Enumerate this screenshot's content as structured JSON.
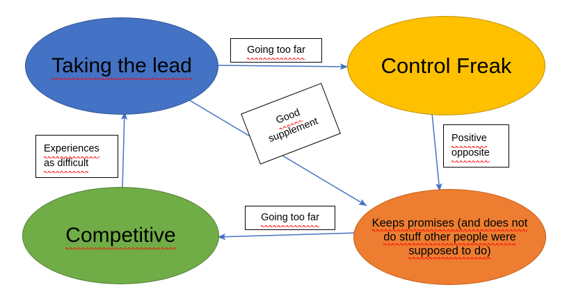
{
  "diagram": {
    "title": "Taking the lead / Control Freak / Competitive / Keeps promises relationship map",
    "background_color": "#FFFFFF",
    "edge_color": "#4472C4",
    "nodes": [
      {
        "id": "taking-the-lead",
        "label": "Taking the lead",
        "shape": "ellipse",
        "fill": "#4472C4",
        "stroke": "#2F5597",
        "text_color": "#000000",
        "spellcheck_underline": true
      },
      {
        "id": "control-freak",
        "label": "Control Freak",
        "shape": "ellipse",
        "fill": "#FFC000",
        "stroke": "#BF9000",
        "text_color": "#000000",
        "spellcheck_underline": false
      },
      {
        "id": "competitive",
        "label": "Competitive",
        "shape": "ellipse",
        "fill": "#70AD47",
        "stroke": "#507E32",
        "text_color": "#000000",
        "spellcheck_underline": true
      },
      {
        "id": "keeps-promises",
        "label_line1": "Keeps promises (and does not",
        "label_line2": "do stuff other people were",
        "label_line3": "supposed to do)",
        "shape": "ellipse",
        "fill": "#ED7D31",
        "stroke": "#C55A11",
        "text_color": "#000000",
        "spellcheck_underline": true
      }
    ],
    "edge_labels": [
      {
        "id": "going-too-far-top",
        "text": "Going too far",
        "from": "taking-the-lead",
        "to": "control-freak",
        "rotated": false
      },
      {
        "id": "good-supplement",
        "line1": "Good",
        "line2": "supplement",
        "from": "taking-the-lead",
        "to": "keeps-promises",
        "rotated": true,
        "rotation_deg": -21
      },
      {
        "id": "positive-opposite",
        "line1": "Positive",
        "line2": "opposite",
        "from": "control-freak",
        "to": "keeps-promises",
        "rotated": false
      },
      {
        "id": "going-too-far-bottom",
        "text": "Going too far",
        "from": "keeps-promises",
        "to": "competitive",
        "rotated": false
      },
      {
        "id": "experiences-as-difficult",
        "line1": "Experiences",
        "line2": "as difficult",
        "from": "competitive",
        "to": "taking-the-lead",
        "rotated": false
      }
    ],
    "edges": [
      {
        "id": "edge-lead-to-freak",
        "from": "taking-the-lead",
        "to": "control-freak",
        "label": "Going too far"
      },
      {
        "id": "edge-lead-to-promises",
        "from": "taking-the-lead",
        "to": "keeps-promises",
        "label": "Good supplement"
      },
      {
        "id": "edge-freak-to-promises",
        "from": "control-freak",
        "to": "keeps-promises",
        "label": "Positive opposite"
      },
      {
        "id": "edge-promises-to-competitive",
        "from": "keeps-promises",
        "to": "competitive",
        "label": "Going too far"
      },
      {
        "id": "edge-competitive-to-lead",
        "from": "competitive",
        "to": "taking-the-lead",
        "label": "Experiences as difficult"
      }
    ]
  }
}
